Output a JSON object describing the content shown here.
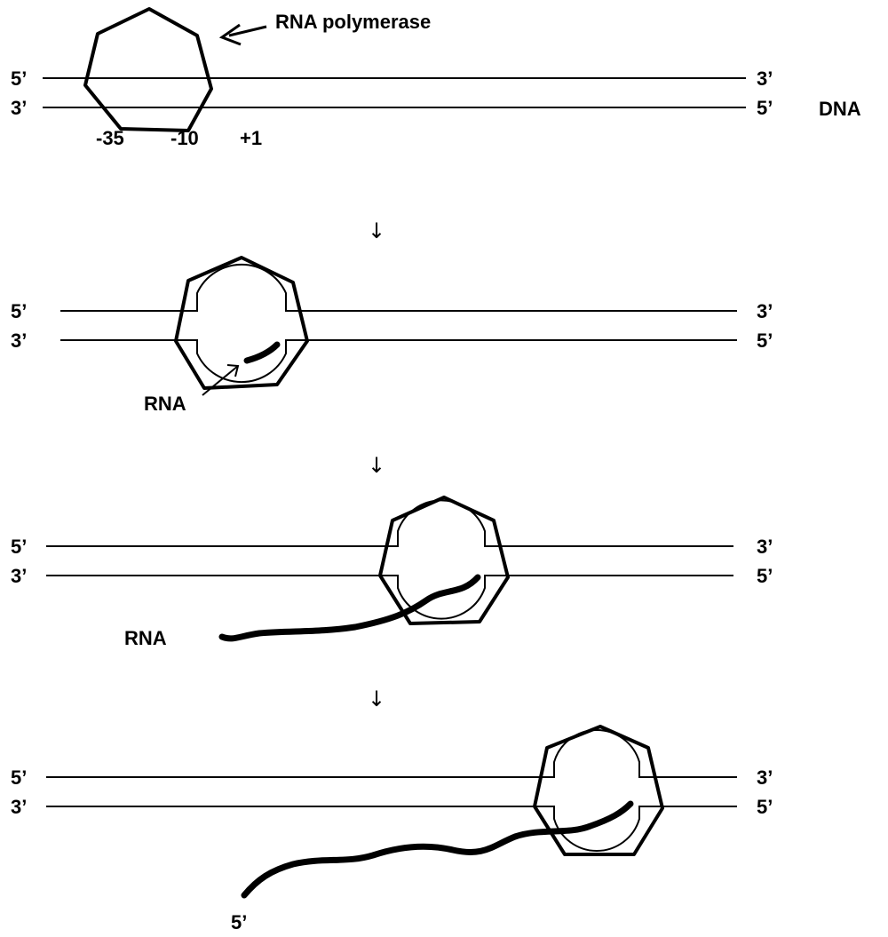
{
  "polymerase_label": "RNA polymerase",
  "dna_label": "DNA",
  "rna_label": "RNA",
  "promoter": {
    "minus35": "-35",
    "minus10": "-10",
    "plus1": "+1"
  },
  "step_arrow": "↓",
  "stages": [
    {
      "top_left": "5’",
      "bottom_left": "3’",
      "top_right": "3’",
      "bottom_right": "5’"
    },
    {
      "top_left": "5’",
      "bottom_left": "3’",
      "top_right": "3’",
      "bottom_right": "5’"
    },
    {
      "top_left": "5’",
      "bottom_left": "3’",
      "top_right": "3’",
      "bottom_right": "5’"
    },
    {
      "top_left": "5’",
      "bottom_left": "3’",
      "top_right": "3’",
      "bottom_right": "5’"
    }
  ],
  "rna_end_label": "5’"
}
